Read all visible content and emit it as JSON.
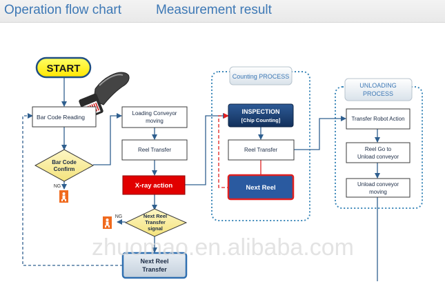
{
  "header": {
    "tab_flow": "Operation flow chart",
    "tab_result": "Measurement result"
  },
  "colors": {
    "arrow": "#2f5f8f",
    "box_border": "#3a3a3a",
    "start_fill": "#ffff00",
    "xray_fill": "#e10000",
    "inspection_fill": "#1a3f73",
    "next_reel_fill": "#2a5aa0",
    "dashed_region": "#3a86b8",
    "red_line": "#e02020"
  },
  "flow": {
    "start": "START",
    "barcode_reading": "Bar Code Reading",
    "barcode_confirm_1": "Bar Code",
    "barcode_confirm_2": "Confirm",
    "ng_left": "NG",
    "loading_conveyor_1": "Loading Conveyor",
    "loading_conveyor_2": "moving",
    "reel_transfer_left": "Reel Transfer",
    "xray_action": "X-ray action",
    "next_reel_signal_1": "Next Reel",
    "next_reel_signal_2": "Transfer",
    "next_reel_signal_3": "signal",
    "ng_right": "NG",
    "next_reel_transfer_1": "Next Reel",
    "next_reel_transfer_2": "Transfer",
    "counting_process": "Counting PROCESS",
    "inspection_1": "INSPECTION",
    "inspection_2": "[Chip Counting]",
    "reel_transfer_mid": "Reel Transfer",
    "next_reel": "Next Reel",
    "unloading_1": "UNLOADING",
    "unloading_2": "PROCESS",
    "transfer_robot": "Transfer Robot Action",
    "reel_go_1": "Reel Go to",
    "reel_go_2": "Unload conveyor",
    "unload_conveyor_1": "Unload conveyor",
    "unload_conveyor_2": "moving"
  },
  "watermark": "zhuomao.en.alibaba.com"
}
